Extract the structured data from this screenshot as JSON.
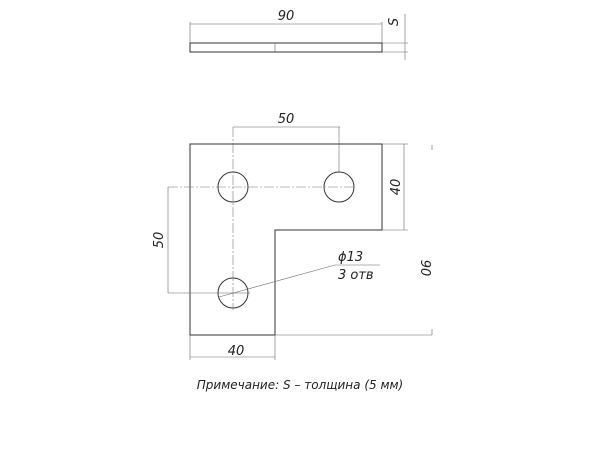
{
  "drawing": {
    "top_view": {
      "width_dim": "90",
      "thickness_dim": "S"
    },
    "plan_view": {
      "hole_spacing_horizontal": "50",
      "hole_spacing_vertical": "50",
      "arm_width_right": "40",
      "overall_height": "90",
      "arm_width_bottom": "40",
      "hole_diameter": "ϕ13",
      "hole_count": "3 отв"
    },
    "note": "Примечание: S – толщина (5 мм)"
  }
}
